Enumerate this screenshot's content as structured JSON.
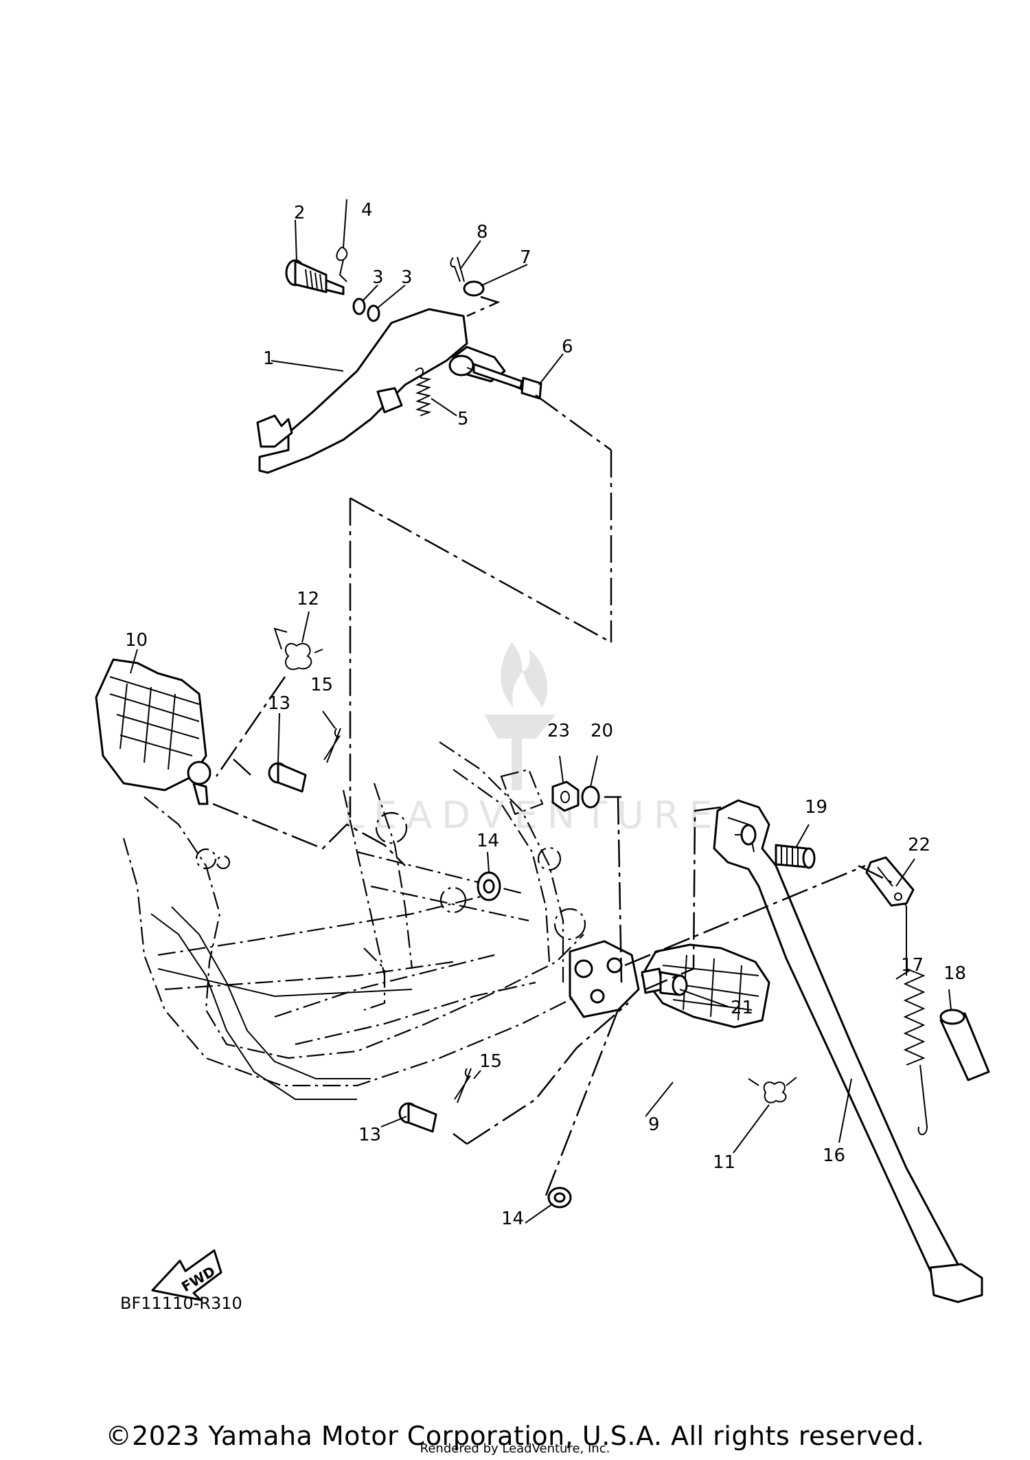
{
  "diagram": {
    "code": "BF11110-R310",
    "fwd_label": "FWD",
    "callouts": [
      "1",
      "2",
      "3",
      "3",
      "4",
      "5",
      "6",
      "7",
      "8",
      "9",
      "10",
      "11",
      "12",
      "13",
      "13",
      "14",
      "14",
      "15",
      "15",
      "16",
      "17",
      "18",
      "19",
      "20",
      "21",
      "22",
      "23"
    ]
  },
  "footer": {
    "copyright": "©2023 Yamaha Motor Corporation, U.S.A. All rights reserved.",
    "rendered": "Rendered by LeadVenture, Inc."
  }
}
